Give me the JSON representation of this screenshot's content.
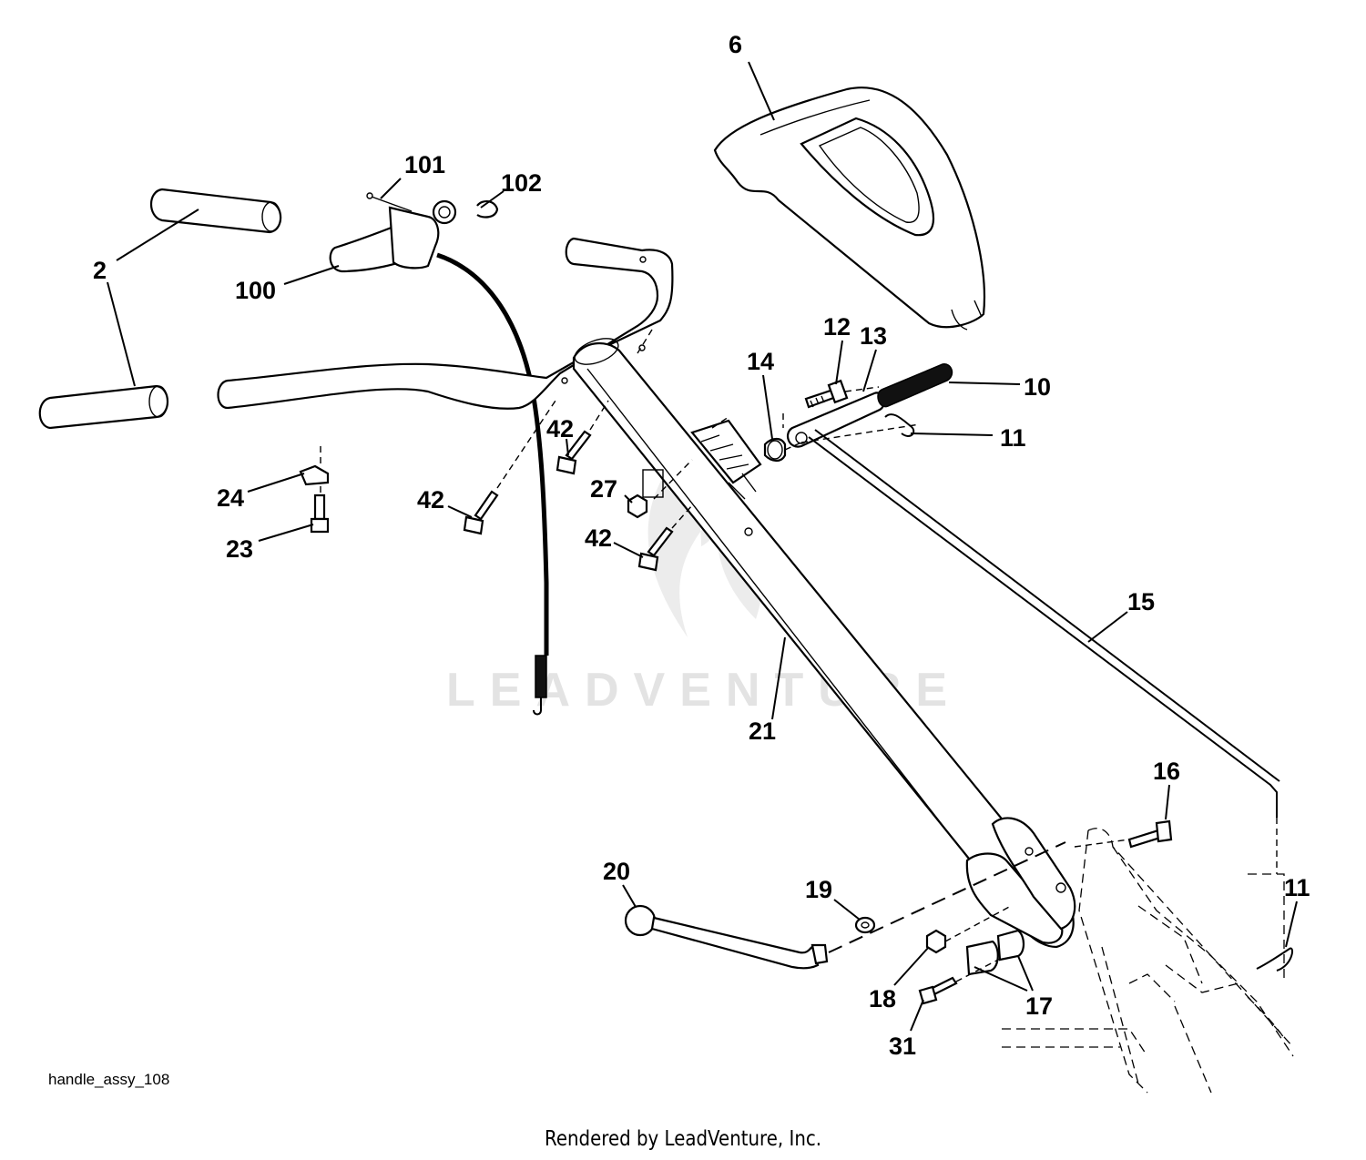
{
  "diagram": {
    "drawing_id": "handle_assy_108",
    "credit": "Rendered by LeadVenture, Inc.",
    "watermark": "LEADVENTURE",
    "callouts": [
      "6",
      "101",
      "102",
      "2",
      "100",
      "12",
      "13",
      "14",
      "10",
      "11",
      "42",
      "42",
      "42",
      "27",
      "24",
      "23",
      "15",
      "21",
      "16",
      "20",
      "19",
      "11",
      "18",
      "17",
      "31"
    ]
  }
}
